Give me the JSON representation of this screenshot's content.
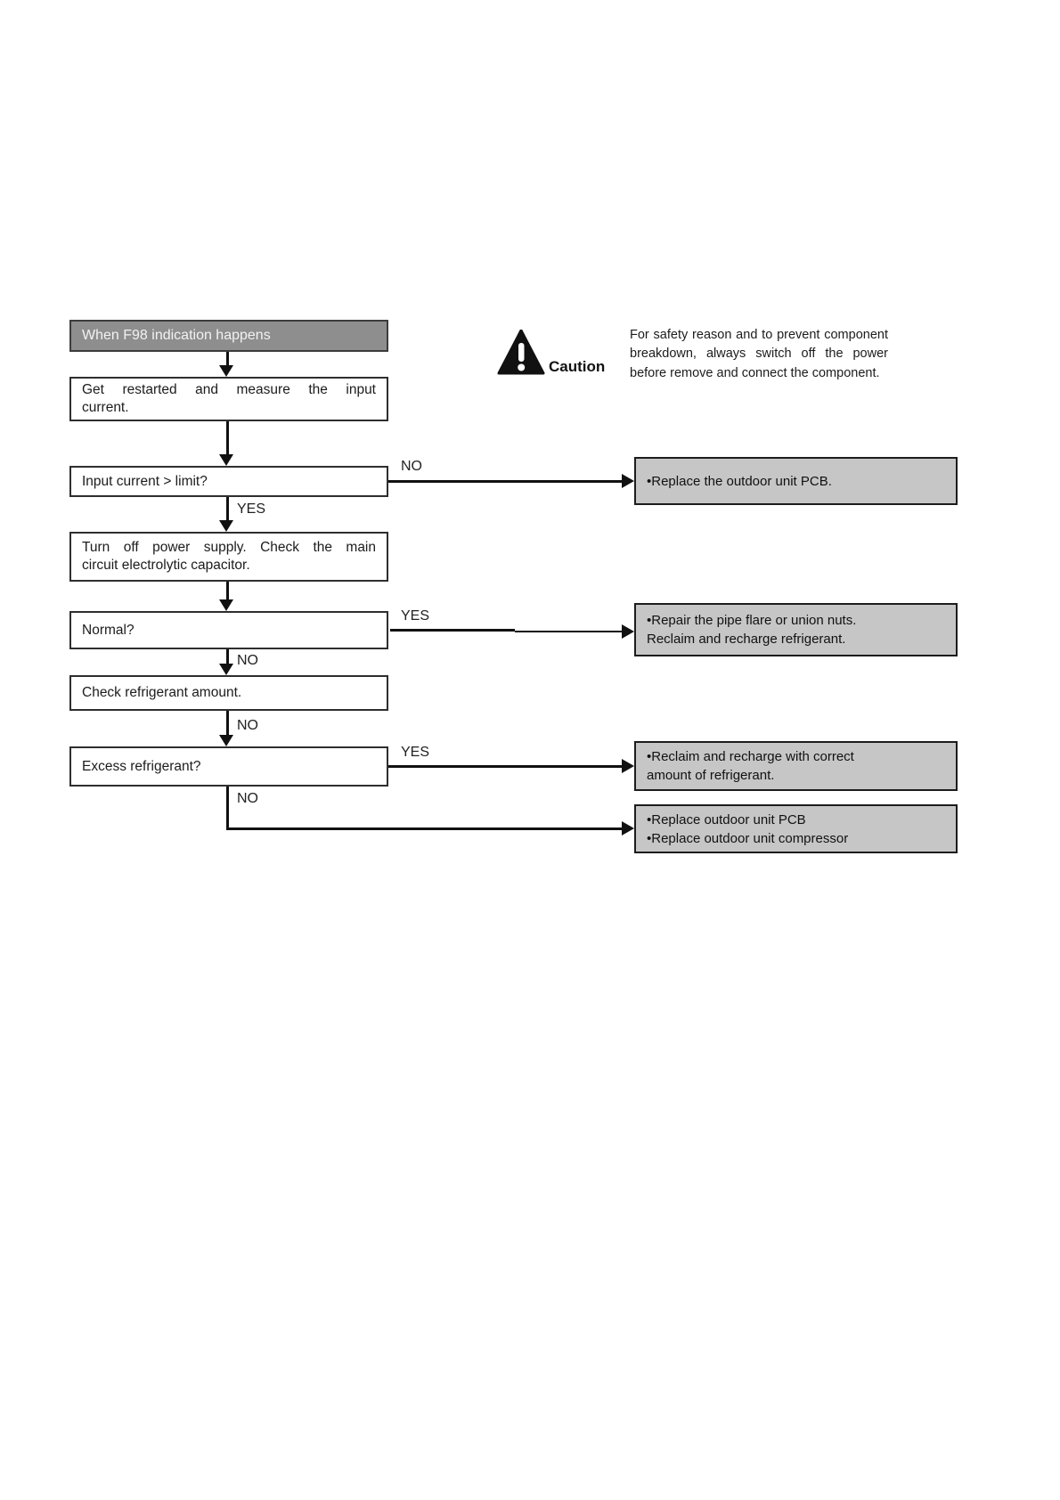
{
  "colors": {
    "page_bg": "#ffffff",
    "start_box_fill": "#8e8e8e",
    "start_box_text": "#f2f2f2",
    "action_box_fill": "#c6c6c6",
    "plain_box_fill": "#ffffff",
    "line_color": "#111111",
    "text_color": "#1c1c1c"
  },
  "caution": {
    "icon": "warning-triangle-icon",
    "label": "Caution",
    "lines": [
      "For safety reason and to prevent component",
      "breakdown, always switch off the power",
      "before remove and connect the component."
    ]
  },
  "flow": {
    "nodes": {
      "start": {
        "text": "When F98 indication happens"
      },
      "restart": {
        "lines": [
          "Get restarted and measure the input",
          "current."
        ]
      },
      "input_current": {
        "text": "Input current > limit?"
      },
      "turn_off": {
        "lines": [
          "Turn off power supply. Check the main",
          "circuit electrolytic capacitor."
        ]
      },
      "normal": {
        "text": "Normal?"
      },
      "check_refrigerant": {
        "text": "Check refrigerant amount."
      },
      "excess_refrigerant": {
        "text": "Excess refrigerant?"
      }
    },
    "labels": {
      "input_no": "NO",
      "input_yes": "YES",
      "normal_yes": "YES",
      "normal_no": "NO",
      "check_no": "NO",
      "excess_yes": "YES",
      "excess_no": "NO"
    },
    "actions": {
      "replace_pcb": {
        "lines": [
          "•Replace the outdoor unit PCB."
        ]
      },
      "repair_pipe": {
        "lines": [
          "•Repair the pipe flare or union nuts.",
          "Reclaim and recharge refrigerant."
        ]
      },
      "reclaim_recharge": {
        "lines": [
          "•Reclaim and recharge with correct",
          "amount of refrigerant."
        ]
      },
      "replace_pcb_compressor": {
        "lines": [
          "•Replace outdoor unit PCB",
          "•Replace outdoor unit compressor"
        ]
      }
    }
  }
}
